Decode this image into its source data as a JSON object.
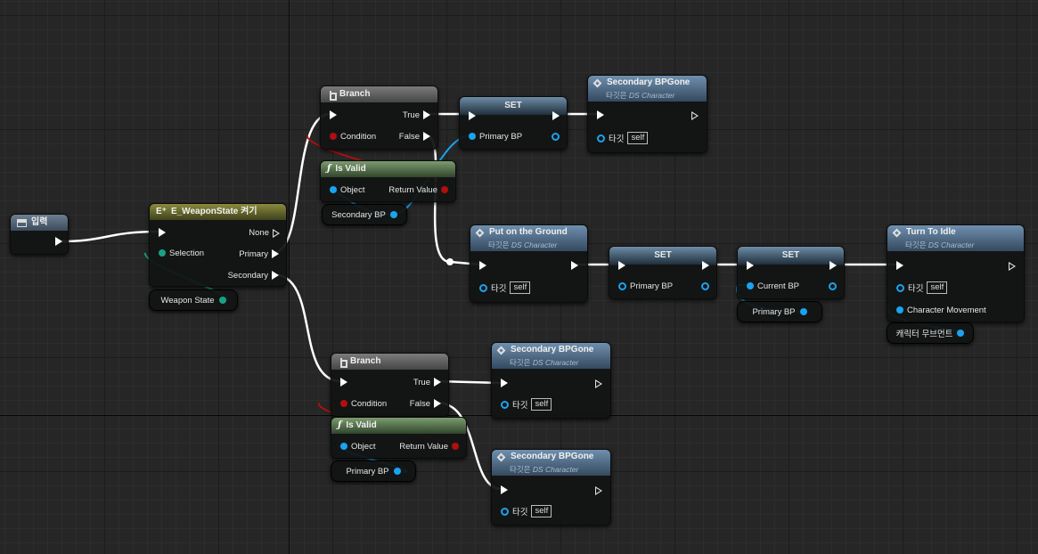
{
  "nodes": {
    "input": {
      "title": "입력"
    },
    "switch": {
      "title": "E_WeaponState 켜기",
      "pins": [
        "None",
        "Primary",
        "Secondary",
        "Selection"
      ]
    },
    "weapon_state_var": {
      "label": "Weapon State"
    },
    "branch_top": {
      "title": "Branch",
      "true_label": "True",
      "false_label": "False",
      "condition_label": "Condition"
    },
    "isvalid_top": {
      "title": "Is Valid",
      "object_label": "Object",
      "return_label": "Return Value"
    },
    "secondary_bp_var": {
      "label": "Secondary BP"
    },
    "set_primary_top": {
      "title": "SET",
      "pin": "Primary BP"
    },
    "secbpgone_top": {
      "title": "Secondary BPGone",
      "sub_prefix": "타깃은 ",
      "sub_class": "DS Character",
      "target_label": "타깃",
      "target_value": "self"
    },
    "put_on_ground": {
      "title": "Put on the Ground",
      "sub_prefix": "타깃은 ",
      "sub_class": "DS Character",
      "target_label": "타깃",
      "target_value": "self"
    },
    "set_primary_mid": {
      "title": "SET",
      "pin": "Primary BP"
    },
    "set_current": {
      "title": "SET",
      "pin": "Current BP"
    },
    "primary_bp_var_mid": {
      "label": "Primary BP"
    },
    "turn_to_idle": {
      "title": "Turn To Idle",
      "sub_prefix": "타깃은 ",
      "sub_class": "DS Character",
      "target_label": "타깃",
      "target_value": "self",
      "char_movement_label": "Character Movement"
    },
    "char_movement_var": {
      "label": "캐릭터 무브먼트"
    },
    "branch_bottom": {
      "title": "Branch",
      "true_label": "True",
      "false_label": "False",
      "condition_label": "Condition"
    },
    "isvalid_bottom": {
      "title": "Is Valid",
      "object_label": "Object",
      "return_label": "Return Value"
    },
    "primary_bp_var_bottom": {
      "label": "Primary BP"
    },
    "secbpgone_mid": {
      "title": "Secondary BPGone",
      "sub_prefix": "타깃은 ",
      "sub_class": "DS Character",
      "target_label": "타깃",
      "target_value": "self"
    },
    "secbpgone_bottom": {
      "title": "Secondary BPGone",
      "sub_prefix": "타깃은 ",
      "sub_class": "DS Character",
      "target_label": "타깃",
      "target_value": "self"
    }
  },
  "colors": {
    "exec_wire": "#ffffff",
    "object_wire": "#1aa3f0",
    "bool_wire": "#b00f0f",
    "enum_wire": "#1aa086"
  }
}
